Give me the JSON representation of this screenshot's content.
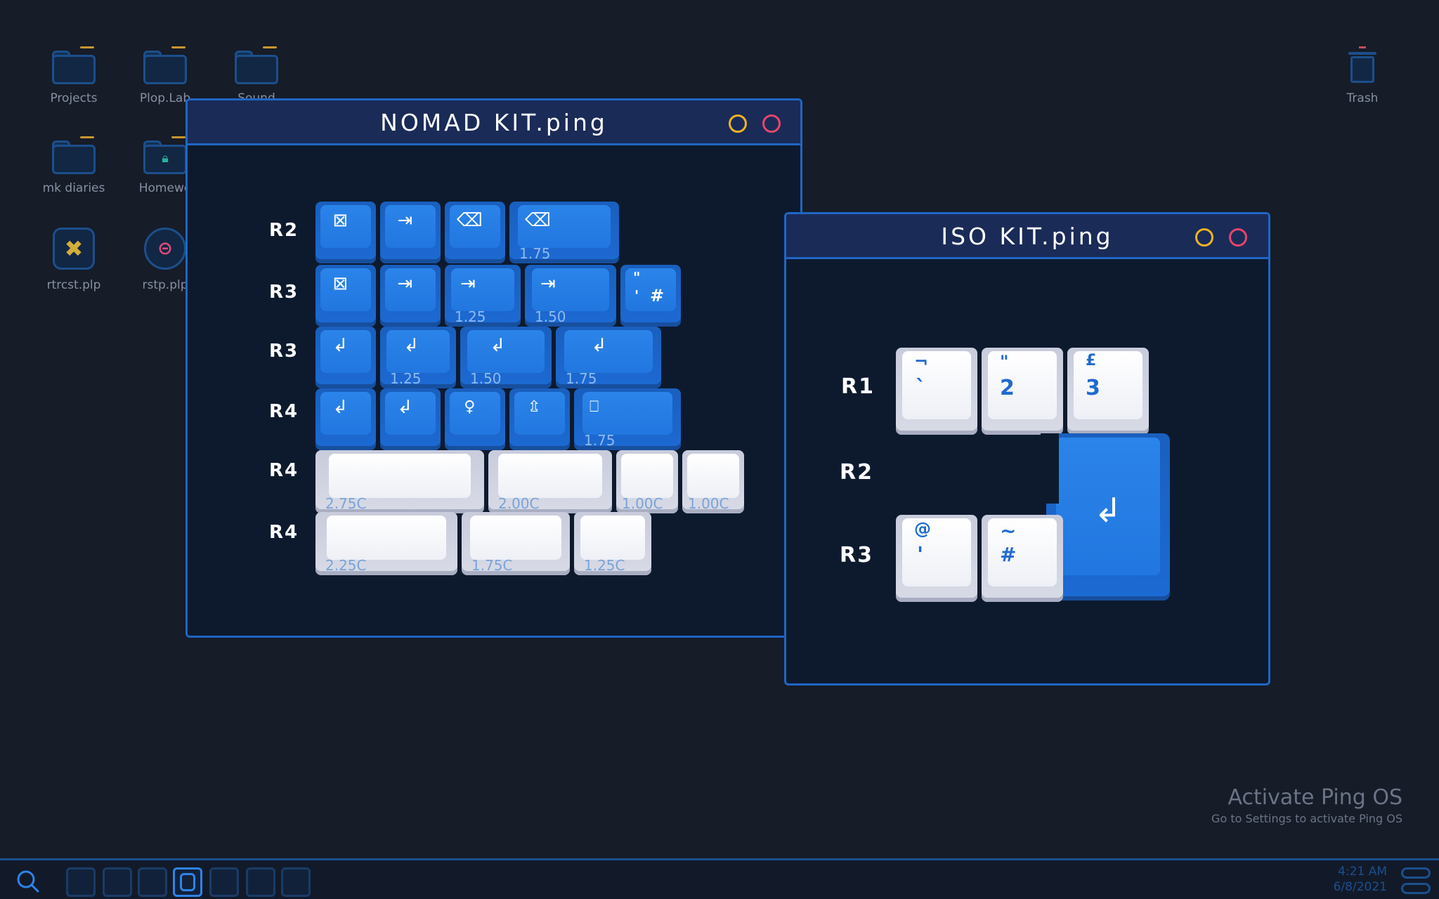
{
  "desktop": {
    "icons": [
      {
        "label": "Projects",
        "icon": "folder-icon"
      },
      {
        "label": "Plop.Lab",
        "icon": "folder-icon"
      },
      {
        "label": "Sound",
        "icon": "folder-icon"
      },
      {
        "label": "mk diaries",
        "icon": "folder-icon"
      },
      {
        "label": "Homewo",
        "icon": "locked-folder-icon"
      },
      {
        "label": "rtrcst.plp",
        "icon": "app-icon"
      },
      {
        "label": "rstp.plp",
        "icon": "app-icon"
      },
      {
        "label": "Trash",
        "icon": "trash-icon"
      }
    ]
  },
  "nomad_window": {
    "title": "NOMAD KIT.ping",
    "row_labels": [
      "R2",
      "R3",
      "R3",
      "R4",
      "R4",
      "R4"
    ],
    "keys": {
      "r2_sizes": [
        "1.75"
      ],
      "r3a_sizes": [
        "1.25",
        "1.50"
      ],
      "r3a_iso": {
        "top": "\"",
        "bottom": "'",
        "right": "#"
      },
      "r3b_sizes": [
        "1.25",
        "1.50",
        "1.75"
      ],
      "r4a_sizes": [
        "1.75"
      ],
      "r4b_sizes": [
        "2.75C",
        "2.00C",
        "1.00C",
        "1.00C"
      ],
      "r4c_sizes": [
        "2.25C",
        "1.75C",
        "1.25C"
      ]
    }
  },
  "iso_window": {
    "title": "ISO KIT.ping",
    "row_labels": [
      "R1",
      "R2",
      "R3"
    ],
    "keys": [
      {
        "top": "¬",
        "bottom": "`"
      },
      {
        "top": "\"",
        "bottom": "2"
      },
      {
        "top": "£",
        "bottom": "3"
      },
      {
        "top": "@",
        "bottom": "'"
      },
      {
        "top": "~",
        "bottom": "#"
      }
    ]
  },
  "activation": {
    "title": "Activate Ping OS",
    "subtitle": "Go to Settings to activate Ping OS"
  },
  "taskbar": {
    "time": "4:21 AM",
    "date": "6/8/2021"
  },
  "colors": {
    "desktop_bg": "#161c28",
    "window_border": "#1f66c4",
    "titlebar": "#1a2b58",
    "key_blue": "#2177df",
    "minimize": "#f1b425",
    "close": "#e8456b"
  }
}
